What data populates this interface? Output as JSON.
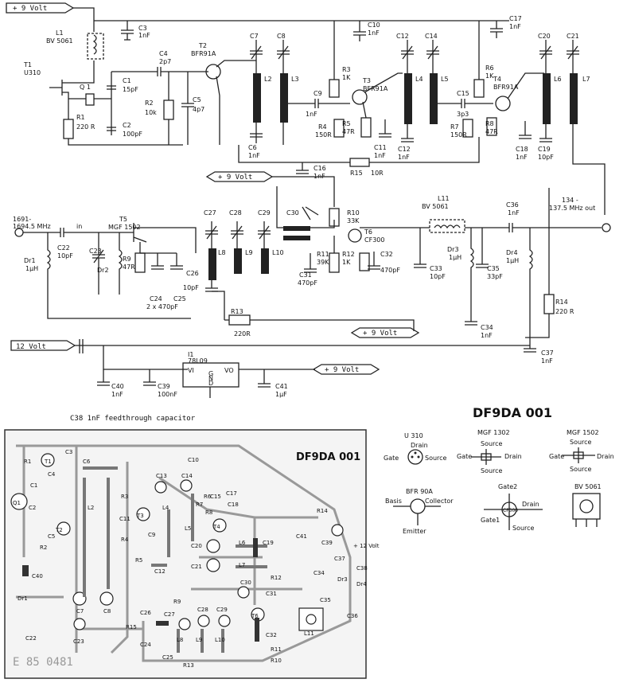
{
  "rails": {
    "v9_top": "+ 9 Volt",
    "v9_mid": "+ 9 Volt",
    "v9_low": "+ 9 Volt",
    "v9_out": "+ 9 Volt",
    "v12": "12 Volt"
  },
  "labels": {
    "in_freq_1": "1691-",
    "in_freq_2": "1694.5 MHz",
    "in_word": "in",
    "out_freq_1": "134 -",
    "out_freq_2": "137.5 MHz out",
    "feedthrough": "C38 1nF feedthrough capacitor",
    "two_caps": "2 x 470pF",
    "title": "DF9DA 001",
    "pcb_title": "DF9DA 001",
    "pcb_mirror": "E 85 0481"
  },
  "components": {
    "L1": [
      "L1",
      "BV 5061"
    ],
    "T1": [
      "T1",
      "U310"
    ],
    "Q1": [
      "Q 1"
    ],
    "R1": [
      "R1",
      "220 R"
    ],
    "C1": [
      "C1",
      "15pF"
    ],
    "C2": [
      "C2",
      "100pF"
    ],
    "C3": [
      "C3",
      "1nF"
    ],
    "C4": [
      "C4",
      "2p7"
    ],
    "R2": [
      "R2",
      "10k"
    ],
    "C5": [
      "C5",
      "4p7"
    ],
    "T2": [
      "T2",
      "BFR91A"
    ],
    "C6": [
      "C6",
      "1nF"
    ],
    "C7": [
      "C7"
    ],
    "C8": [
      "C8"
    ],
    "L2": [
      "L2"
    ],
    "L3": [
      "L3"
    ],
    "C9": [
      "C9",
      "1nF"
    ],
    "R3": [
      "R3",
      "1K"
    ],
    "R4": [
      "R4",
      "150R"
    ],
    "R5": [
      "R5",
      "47R"
    ],
    "T3": [
      "T3",
      "BFR91A"
    ],
    "C10": [
      "C10",
      "1nF"
    ],
    "C11": [
      "C11",
      "1nF"
    ],
    "C12a": [
      "C12",
      "1nF"
    ],
    "C12b": [
      "C12"
    ],
    "C14": [
      "C14"
    ],
    "L4": [
      "L4"
    ],
    "L5": [
      "L5"
    ],
    "C15": [
      "C15",
      "3p3"
    ],
    "R6": [
      "R6",
      "1K"
    ],
    "R7": [
      "R7",
      "150R"
    ],
    "R8": [
      "R8",
      "47R"
    ],
    "T4": [
      "T4",
      "BFR91A"
    ],
    "C16": [
      "C16",
      "1nF"
    ],
    "R15": [
      "R15",
      "10R"
    ],
    "C17": [
      "C17",
      "1nF"
    ],
    "C18": [
      "C18",
      "1nF"
    ],
    "C19": [
      "C19",
      "10pF"
    ],
    "C20": [
      "C20"
    ],
    "C21": [
      "C21"
    ],
    "L6": [
      "L6"
    ],
    "L7": [
      "L7"
    ],
    "T5": [
      "T5",
      "MGF 1502"
    ],
    "C22": [
      "C22",
      "10pF"
    ],
    "C23": [
      "C23"
    ],
    "Dr1": [
      "Dr1",
      "1µH"
    ],
    "Dr2": [
      "Dr2"
    ],
    "R9": [
      "R9",
      "47R"
    ],
    "C24": [
      "C24"
    ],
    "C25": [
      "C25"
    ],
    "C26": [
      "C26",
      "10pF"
    ],
    "C27": [
      "C27"
    ],
    "C28": [
      "C28"
    ],
    "C29": [
      "C29"
    ],
    "C30": [
      "C30"
    ],
    "L8": [
      "L8"
    ],
    "L9": [
      "L9"
    ],
    "L10": [
      "L10"
    ],
    "R10": [
      "R10",
      "33K"
    ],
    "R11": [
      "R11",
      "39K"
    ],
    "R12": [
      "R12",
      "1K"
    ],
    "C31": [
      "C31",
      "470pF"
    ],
    "C32": [
      "C32",
      "470pF"
    ],
    "T6": [
      "T6",
      "CF300"
    ],
    "L11": [
      "L11",
      "BV 5061"
    ],
    "C33": [
      "C33",
      "10pF"
    ],
    "Dr3": [
      "Dr3",
      "1µH"
    ],
    "C35": [
      "C35",
      "33pF"
    ],
    "C36": [
      "C36",
      "1nF"
    ],
    "Dr4": [
      "Dr4",
      "1µH"
    ],
    "R13": [
      "R13",
      "220R"
    ],
    "C34": [
      "C34",
      "1nF"
    ],
    "R14": [
      "R14",
      "220 R"
    ],
    "C37": [
      "C37",
      "1nF"
    ],
    "I1": [
      "I1",
      "78L09"
    ],
    "C39": [
      "C39",
      "100nF"
    ],
    "C40": [
      "C40",
      "1nF"
    ],
    "C41": [
      "C41",
      "1µF"
    ],
    "I1_pins": [
      "VI",
      "VO",
      "G",
      "N",
      "D"
    ]
  },
  "pinouts": {
    "u310": {
      "name": "U 310",
      "pins": [
        "Drain",
        "Gate",
        "Source"
      ]
    },
    "mgf1302": {
      "name": "MGF 1302",
      "pins": [
        "Source",
        "Gate",
        "Drain",
        "Source"
      ]
    },
    "mgf1502": {
      "name": "MGF 1502",
      "pins": [
        "Source",
        "Gate",
        "Drain",
        "Source"
      ]
    },
    "bfr90a": {
      "name": "BFR 90A",
      "pins": [
        "Basis",
        "Collector",
        "Emitter"
      ]
    },
    "cf300": {
      "name": "CF300",
      "pins": [
        "Gate2",
        "Drain",
        "Gate1",
        "Source"
      ]
    },
    "bv5061": {
      "name": "BV 5061"
    }
  },
  "pcb_labels": [
    "R1",
    "T1",
    "Q1",
    "C1",
    "C2",
    "C3",
    "C4",
    "R2",
    "C5",
    "C6",
    "L2",
    "R3",
    "R4",
    "R5",
    "T3",
    "C9",
    "C7",
    "C8",
    "C11",
    "C12",
    "L4",
    "C13",
    "C14",
    "R6",
    "R7",
    "R8",
    "L5",
    "T4",
    "C15",
    "C17",
    "C18",
    "C20",
    "C21",
    "L6",
    "L7",
    "C19",
    "C40",
    "Dr1",
    "C22",
    "C23",
    "R14",
    "C41",
    "C39",
    "+ 12 Volt",
    "C37",
    "C38",
    "R12",
    "C34",
    "Dr3",
    "Dr4",
    "C35",
    "C36",
    "C30",
    "C31",
    "C32",
    "R9",
    "C26",
    "C27",
    "C28",
    "C29",
    "C24",
    "L8",
    "L9",
    "L10",
    "R15",
    "C25",
    "R13",
    "R11",
    "R10",
    "L11",
    "T6",
    "T2",
    "C10"
  ]
}
